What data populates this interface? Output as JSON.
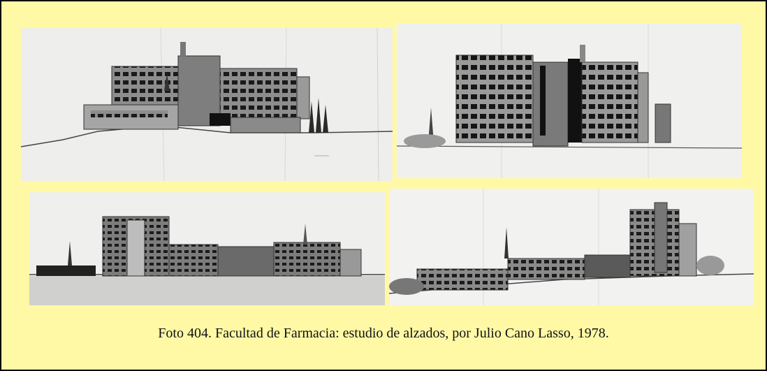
{
  "caption": "Foto 404. Facultad de Farmacia: estudio de alzados, por Julio Cano Lasso, 1978.",
  "photos": [
    {
      "content": "elevation drawing 1"
    },
    {
      "content": "elevation drawing 2"
    },
    {
      "content": "elevation drawing 3"
    },
    {
      "content": "elevation drawing 4"
    }
  ],
  "colors": {
    "background": "#fff9a6",
    "border": "#000000",
    "paper": "#f1f1ef",
    "ink": "#2b2b2b"
  }
}
